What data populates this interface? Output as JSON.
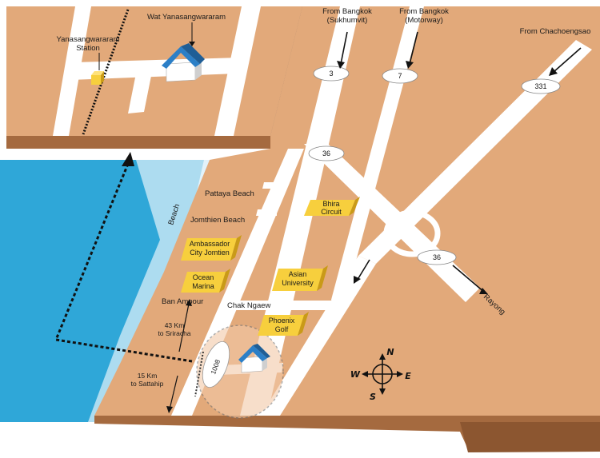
{
  "colors": {
    "land": "#e2a97a",
    "land_side": "#a56a3f",
    "road": "#ffffff",
    "sea": "#2fa7d8",
    "sea_light": "#d8eef8",
    "venue": "#f7cf3d",
    "venue_side": "#c99a18",
    "temple_roof": "#2b7fc7"
  },
  "inset": {
    "temple_label": "Wat Yanasangwararam",
    "station_label_line1": "Yanasangwararam",
    "station_label_line2": "Station"
  },
  "origins": {
    "sukhumvit_line1": "From Bangkok",
    "sukhumvit_line2": "(Sukhumvit)",
    "motorway_line1": "From Bangkok",
    "motorway_line2": "(Motorway)",
    "chachoengsao": "From Chachoengsao"
  },
  "routes": {
    "r3": "3",
    "r7": "7",
    "r331": "331",
    "r36_north": "36",
    "r36_east": "36",
    "r1008": "1008",
    "rayong": "Rayong"
  },
  "places": {
    "pattaya_beach": "Pattaya Beach",
    "jomthien_beach": "Jomthien Beach",
    "beach": "Beach",
    "ban_ampour": "Ban Ampour",
    "chak_ngaew": "Chak Ngaew",
    "sriracha_line1": "43 Km",
    "sriracha_line2": "to Sriracha",
    "sattahip_line1": "15 Km",
    "sattahip_line2": "to Sattahip"
  },
  "venues": {
    "bhira_line1": "Bhira",
    "bhira_line2": "Circuit",
    "ambassador_line1": "Ambassador",
    "ambassador_line2": "City Jomtien",
    "ocean_line1": "Ocean",
    "ocean_line2": "Marina",
    "asian_line1": "Asian",
    "asian_line2": "University",
    "phoenix_line1": "Phoenix",
    "phoenix_line2": "Golf"
  },
  "compass": {
    "n": "N",
    "s": "S",
    "e": "E",
    "w": "W"
  }
}
